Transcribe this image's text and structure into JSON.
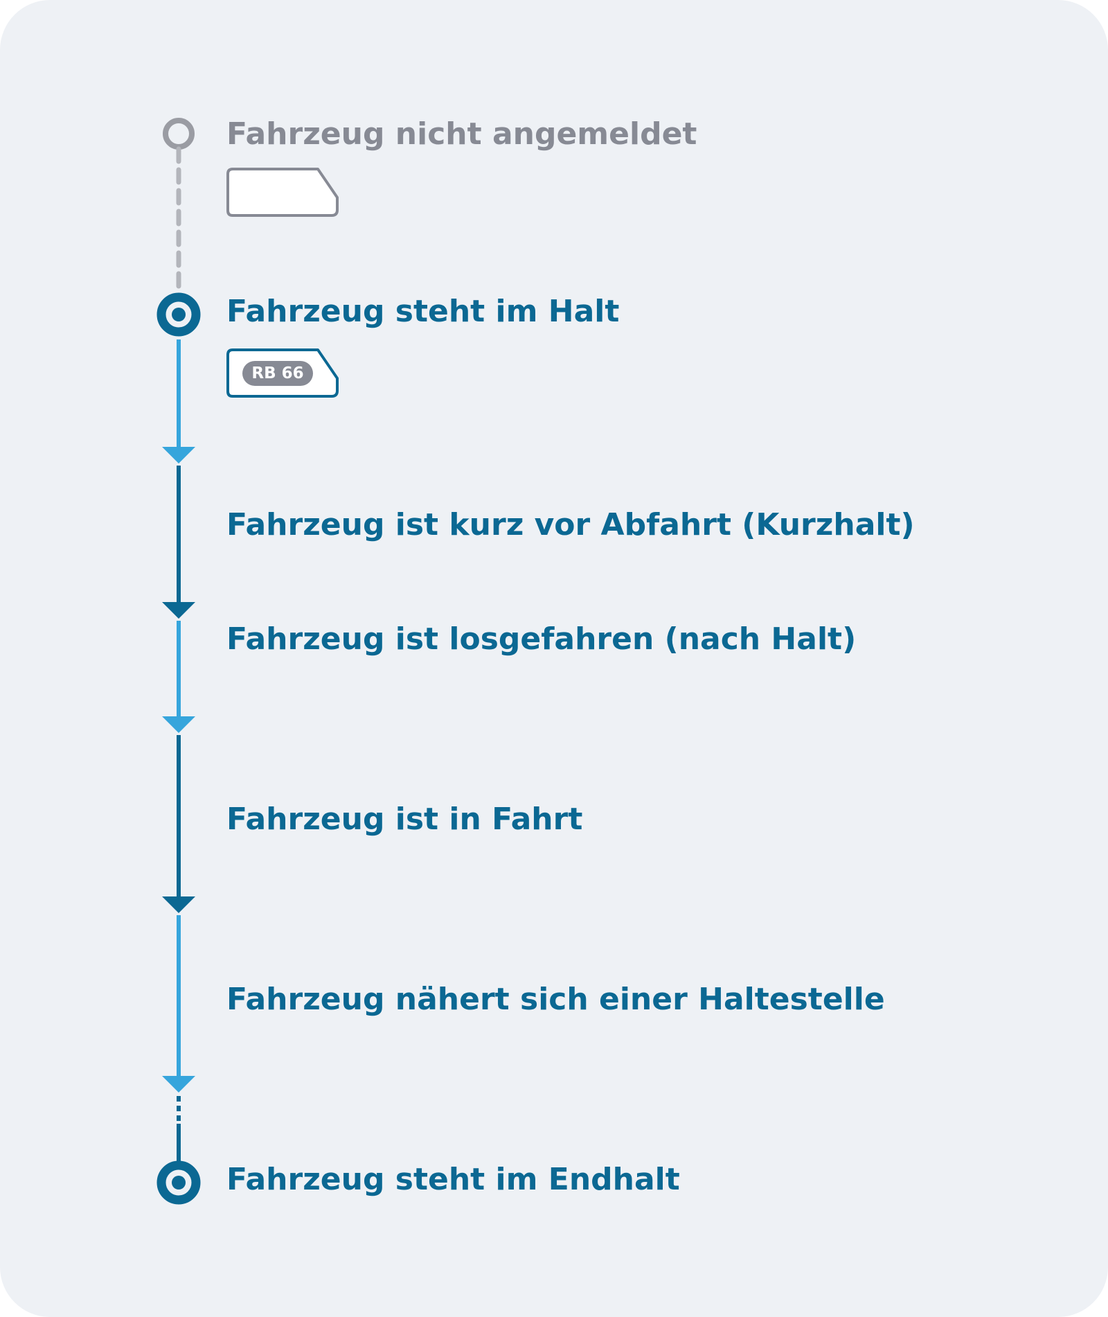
{
  "colors": {
    "background": "#eef1f5",
    "dark_blue": "#0b6893",
    "light_blue": "#36a5dc",
    "inactive_gray": "#9a9ca3",
    "inactive_text": "#878a94"
  },
  "steps": [
    {
      "label": "Fahrzeug nicht angemeldet",
      "state": "inactive",
      "marker": "hollow-circle-icon",
      "vehicle": "empty-vehicle-icon"
    },
    {
      "label": "Fahrzeug steht im Halt",
      "state": "active",
      "marker": "stop-circle-icon",
      "vehicle": "vehicle-icon",
      "line_badge": "RB 66"
    },
    {
      "label": "Fahrzeug ist kurz vor Abfahrt (Kurzhalt)",
      "state": "active",
      "marker": "arrow-down-icon"
    },
    {
      "label": "Fahrzeug ist losgefahren (nach Halt)",
      "state": "active",
      "marker": "arrow-down-icon"
    },
    {
      "label": "Fahrzeug ist in Fahrt",
      "state": "active",
      "marker": "arrow-down-icon"
    },
    {
      "label": "Fahrzeug nähert sich einer Haltestelle",
      "state": "active",
      "marker": "arrow-down-icon"
    },
    {
      "label": "Fahrzeug steht im Endhalt",
      "state": "active",
      "marker": "stop-circle-icon"
    }
  ]
}
